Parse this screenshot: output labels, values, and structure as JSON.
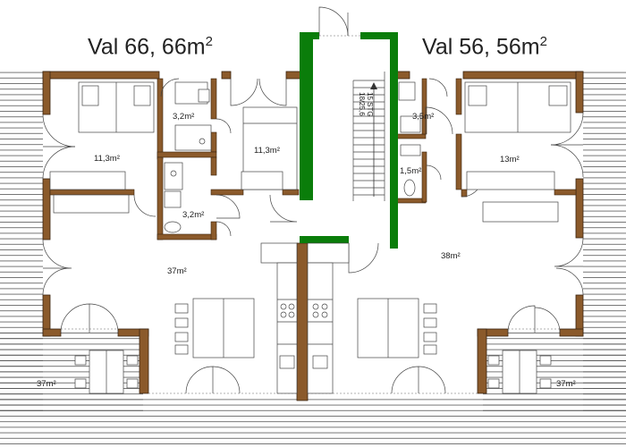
{
  "titles": {
    "left": {
      "name": "Val 66, 66m",
      "sup": "2"
    },
    "right": {
      "name": "Val 56, 56m",
      "sup": "2"
    }
  },
  "rooms": {
    "left_bath_top": "3,2m²",
    "left_bath_bottom": "3,2m²",
    "left_bedroom": "11,3m²",
    "left_bedroom2": "11,3m²",
    "left_living": "37m²",
    "left_terrace": "37m²",
    "right_bath": "3,5m²",
    "right_wc": "1,5m²",
    "right_bedroom": "13m²",
    "right_living": "38m²",
    "right_terrace": "37m²"
  },
  "stairs": {
    "steps": "15 STG",
    "ratio": "18/25,6"
  },
  "colors": {
    "wall": "#8b5a2b",
    "core": "#0a7d0a",
    "line": "#333333",
    "deck": "#444444"
  }
}
